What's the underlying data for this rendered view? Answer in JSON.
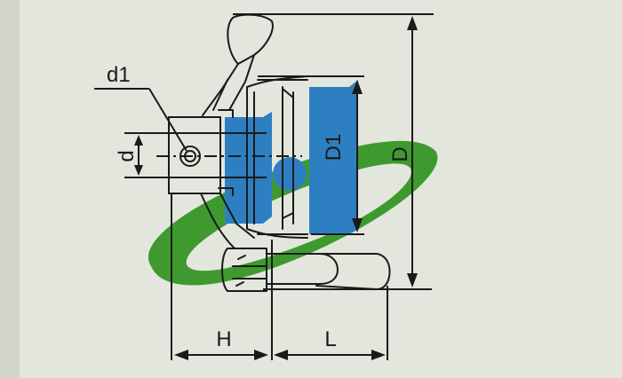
{
  "labels": {
    "d1": "d1",
    "d": "d",
    "D1": "D1",
    "D": "D",
    "H": "H",
    "L": "L"
  },
  "colors": {
    "background": "#e3e6dc",
    "line": "#1a1a1a",
    "swoosh": "#3e9a2f",
    "block": "#2e7fc2"
  }
}
